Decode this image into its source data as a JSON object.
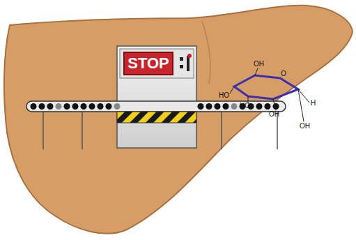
{
  "diagram": {
    "nodes": [
      {
        "text": [
          "STOP"
        ]
      }
    ],
    "labels": [
      "OH",
      "HO",
      "HO",
      "O",
      "H",
      "OH",
      "OH"
    ]
  }
}
